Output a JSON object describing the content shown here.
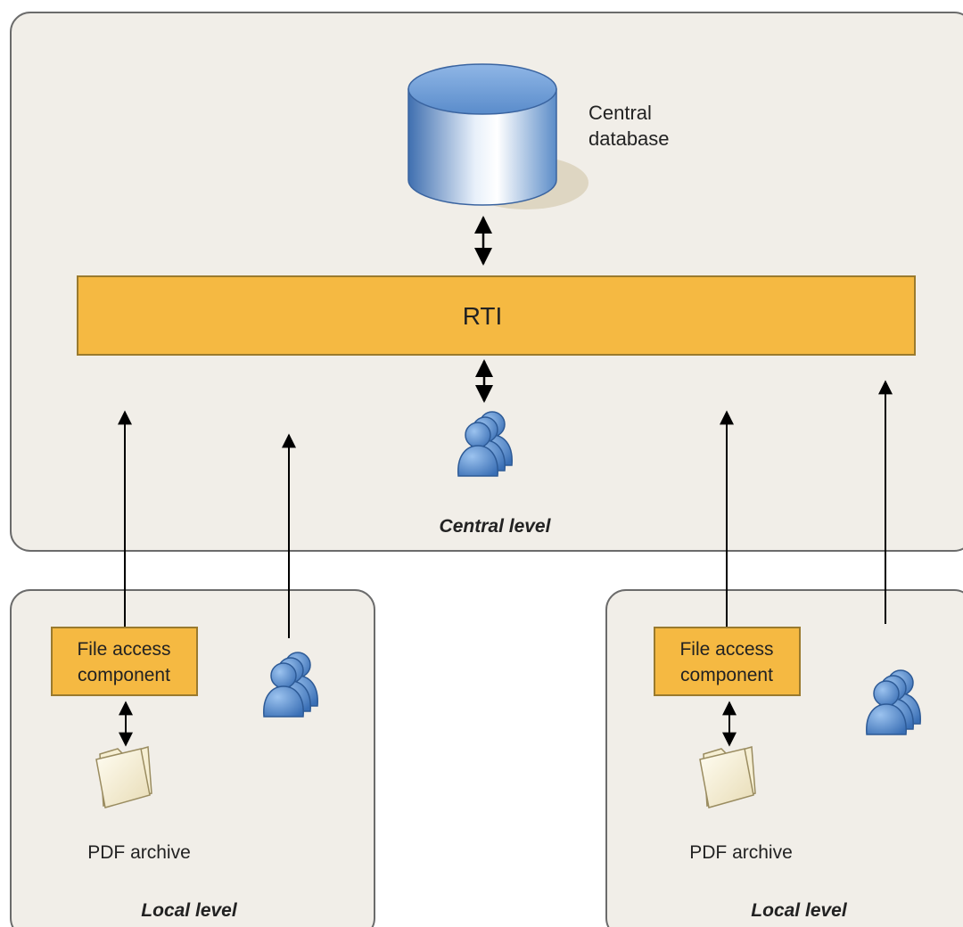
{
  "central_level": {
    "label": "Central level",
    "database_label_line1": "Central",
    "database_label_line2": "database",
    "rti_label": "RTI"
  },
  "local_levels": [
    {
      "label": "Local level",
      "component_line1": "File access",
      "component_line2": "component",
      "archive_label": "PDF archive"
    },
    {
      "label": "Local level",
      "component_line1": "File access",
      "component_line2": "component",
      "archive_label": "PDF archive"
    }
  ],
  "colors": {
    "panel_fill": "#f1eee8",
    "panel_stroke": "#6b6b6b",
    "component_fill": "#f5b942",
    "component_stroke": "#9a7a2e",
    "user_blue": "#4f86c6",
    "db_blue": "#5f8fc6"
  },
  "icons": {
    "database": "database-cylinder-icon",
    "users": "user-group-icon",
    "folder": "folder-icon"
  }
}
